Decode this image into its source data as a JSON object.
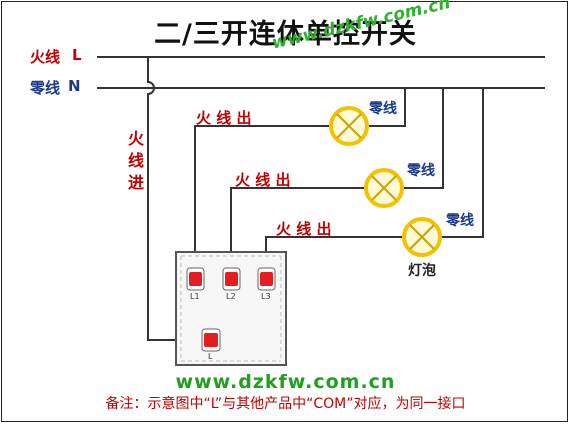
{
  "title": "二/三开连体单控开关",
  "watermark_top": "www.dzkfw.com.cn",
  "watermark_bottom": "www.dzkfw.com.cn",
  "note": "备注：示意图中“L”与其他产品中“COM”对应，为同一接口",
  "labels": {
    "live_line": "火线",
    "live_letter": "L",
    "neutral_line": "零线",
    "neutral_letter": "N",
    "live_in": [
      "火",
      "线",
      "进"
    ],
    "live_out": "火 线 出",
    "neutral": "零线",
    "bulb": "灯泡"
  },
  "terminals": [
    "L1",
    "L2",
    "L3"
  ],
  "common_terminal": "L",
  "colors": {
    "live": "#c00000",
    "neutral_label": "#1a3a8a",
    "wire": "#333333",
    "watermark": "#1fa01f",
    "bulb_ring": "#f2c200",
    "bulb_fill": "#fff9d6"
  }
}
